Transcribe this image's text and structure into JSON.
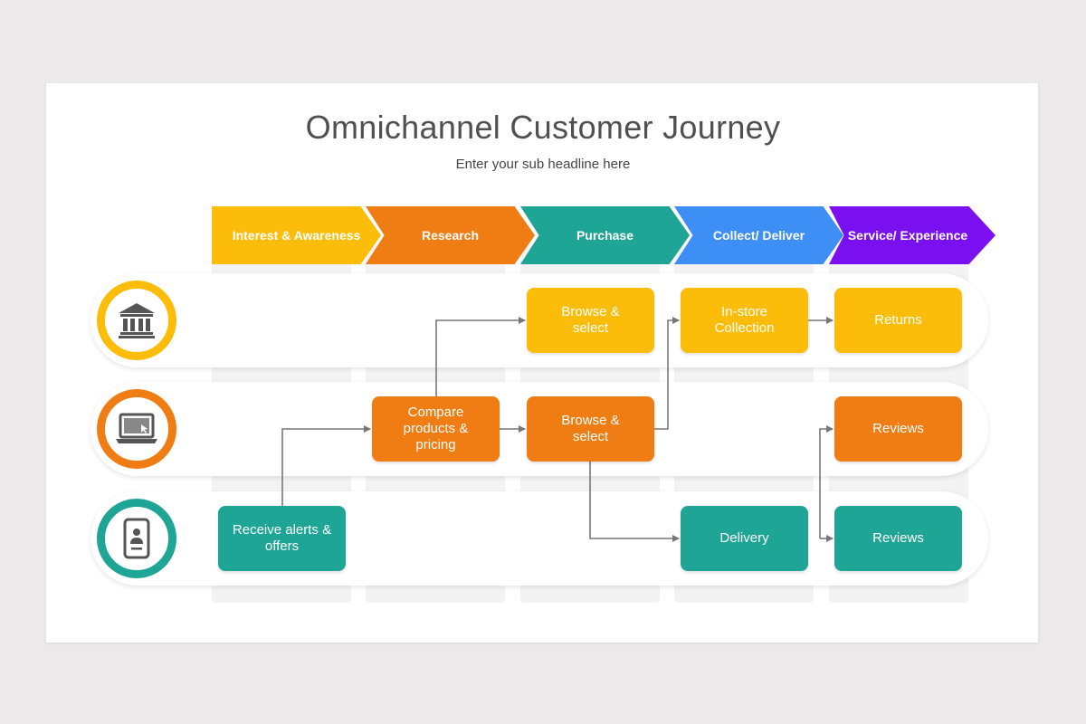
{
  "title": "Omnichannel Customer Journey",
  "subtitle": "Enter your sub headline here",
  "stages": [
    {
      "label": "Interest & Awareness",
      "color": "#fbbd0a"
    },
    {
      "label": "Research",
      "color": "#f07c14"
    },
    {
      "label": "Purchase",
      "color": "#1fa595"
    },
    {
      "label": "Collect/ Deliver",
      "color": "#3d8ff5"
    },
    {
      "label": "Service/ Experience",
      "color": "#7a10f0"
    }
  ],
  "lanes": [
    {
      "icon": "bank-icon",
      "color": "#fbbd0a"
    },
    {
      "icon": "laptop-icon",
      "color": "#f07c14"
    },
    {
      "icon": "mobile-user-icon",
      "color": "#1fa595"
    }
  ],
  "boxes": {
    "store_browse": "Browse & select",
    "store_collection": "In-store Collection",
    "store_returns": "Returns",
    "web_compare": "Compare products & pricing",
    "web_browse": "Browse & select",
    "web_reviews": "Reviews",
    "mobile_alerts": "Receive alerts & offers",
    "mobile_delivery": "Delivery",
    "mobile_reviews": "Reviews"
  },
  "connector_color": "#777777"
}
